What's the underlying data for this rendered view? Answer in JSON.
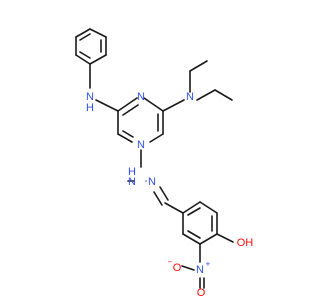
{
  "molecule": {
    "atoms": {
      "nh_top": {
        "text": "H",
        "prefix": "N",
        "color_key": "nitrogen"
      },
      "n_ring_top": {
        "text": "N",
        "color_key": "nitrogen"
      },
      "n_ring_left": {
        "text": "N",
        "color_key": "nitrogen"
      },
      "n_ring_right": {
        "text": "N",
        "color_key": "nitrogen"
      },
      "n_amine": {
        "text": "N",
        "color_key": "nitrogen"
      },
      "nh_hydrazone": {
        "text": "N",
        "h": "H",
        "color_key": "nitrogen"
      },
      "n_hydrazone": {
        "text": "N",
        "color_key": "nitrogen"
      },
      "oh": {
        "text": "OH",
        "color_key": "oxygen"
      },
      "nitro_n": {
        "text": "N",
        "charge": "+",
        "color_key": "nitrogen"
      },
      "nitro_o1": {
        "text": "O",
        "charge": "−",
        "color_key": "oxygen"
      },
      "nitro_o2": {
        "text": "O",
        "color_key": "oxygen"
      }
    },
    "colors": {
      "nitrogen": "#3050f8",
      "oxygen": "#ff0d0d",
      "carbon": "#1a1a1a"
    }
  }
}
